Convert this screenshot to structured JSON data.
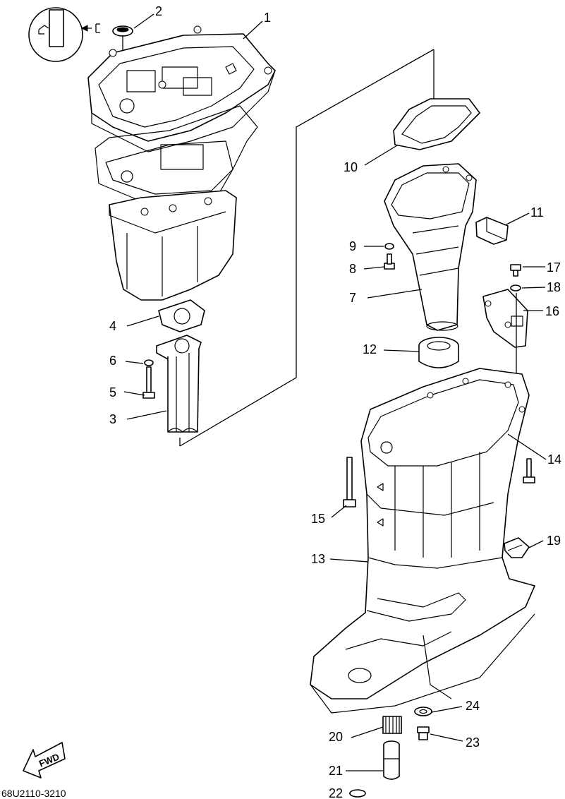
{
  "drawing_code": "68U2110-3210",
  "fwd_label": "FWD",
  "callouts": [
    {
      "id": "1",
      "text": "1"
    },
    {
      "id": "2",
      "text": "2"
    },
    {
      "id": "3",
      "text": "3"
    },
    {
      "id": "4",
      "text": "4"
    },
    {
      "id": "5",
      "text": "5"
    },
    {
      "id": "6",
      "text": "6"
    },
    {
      "id": "7",
      "text": "7"
    },
    {
      "id": "8",
      "text": "8"
    },
    {
      "id": "9",
      "text": "9"
    },
    {
      "id": "10",
      "text": "10"
    },
    {
      "id": "11",
      "text": "11"
    },
    {
      "id": "12",
      "text": "12"
    },
    {
      "id": "13",
      "text": "13"
    },
    {
      "id": "14",
      "text": "14"
    },
    {
      "id": "15",
      "text": "15"
    },
    {
      "id": "16",
      "text": "16"
    },
    {
      "id": "17",
      "text": "17"
    },
    {
      "id": "18",
      "text": "18"
    },
    {
      "id": "19",
      "text": "19"
    },
    {
      "id": "20",
      "text": "20"
    },
    {
      "id": "21",
      "text": "21"
    },
    {
      "id": "22",
      "text": "22"
    },
    {
      "id": "23",
      "text": "23"
    },
    {
      "id": "24",
      "text": "24"
    }
  ]
}
